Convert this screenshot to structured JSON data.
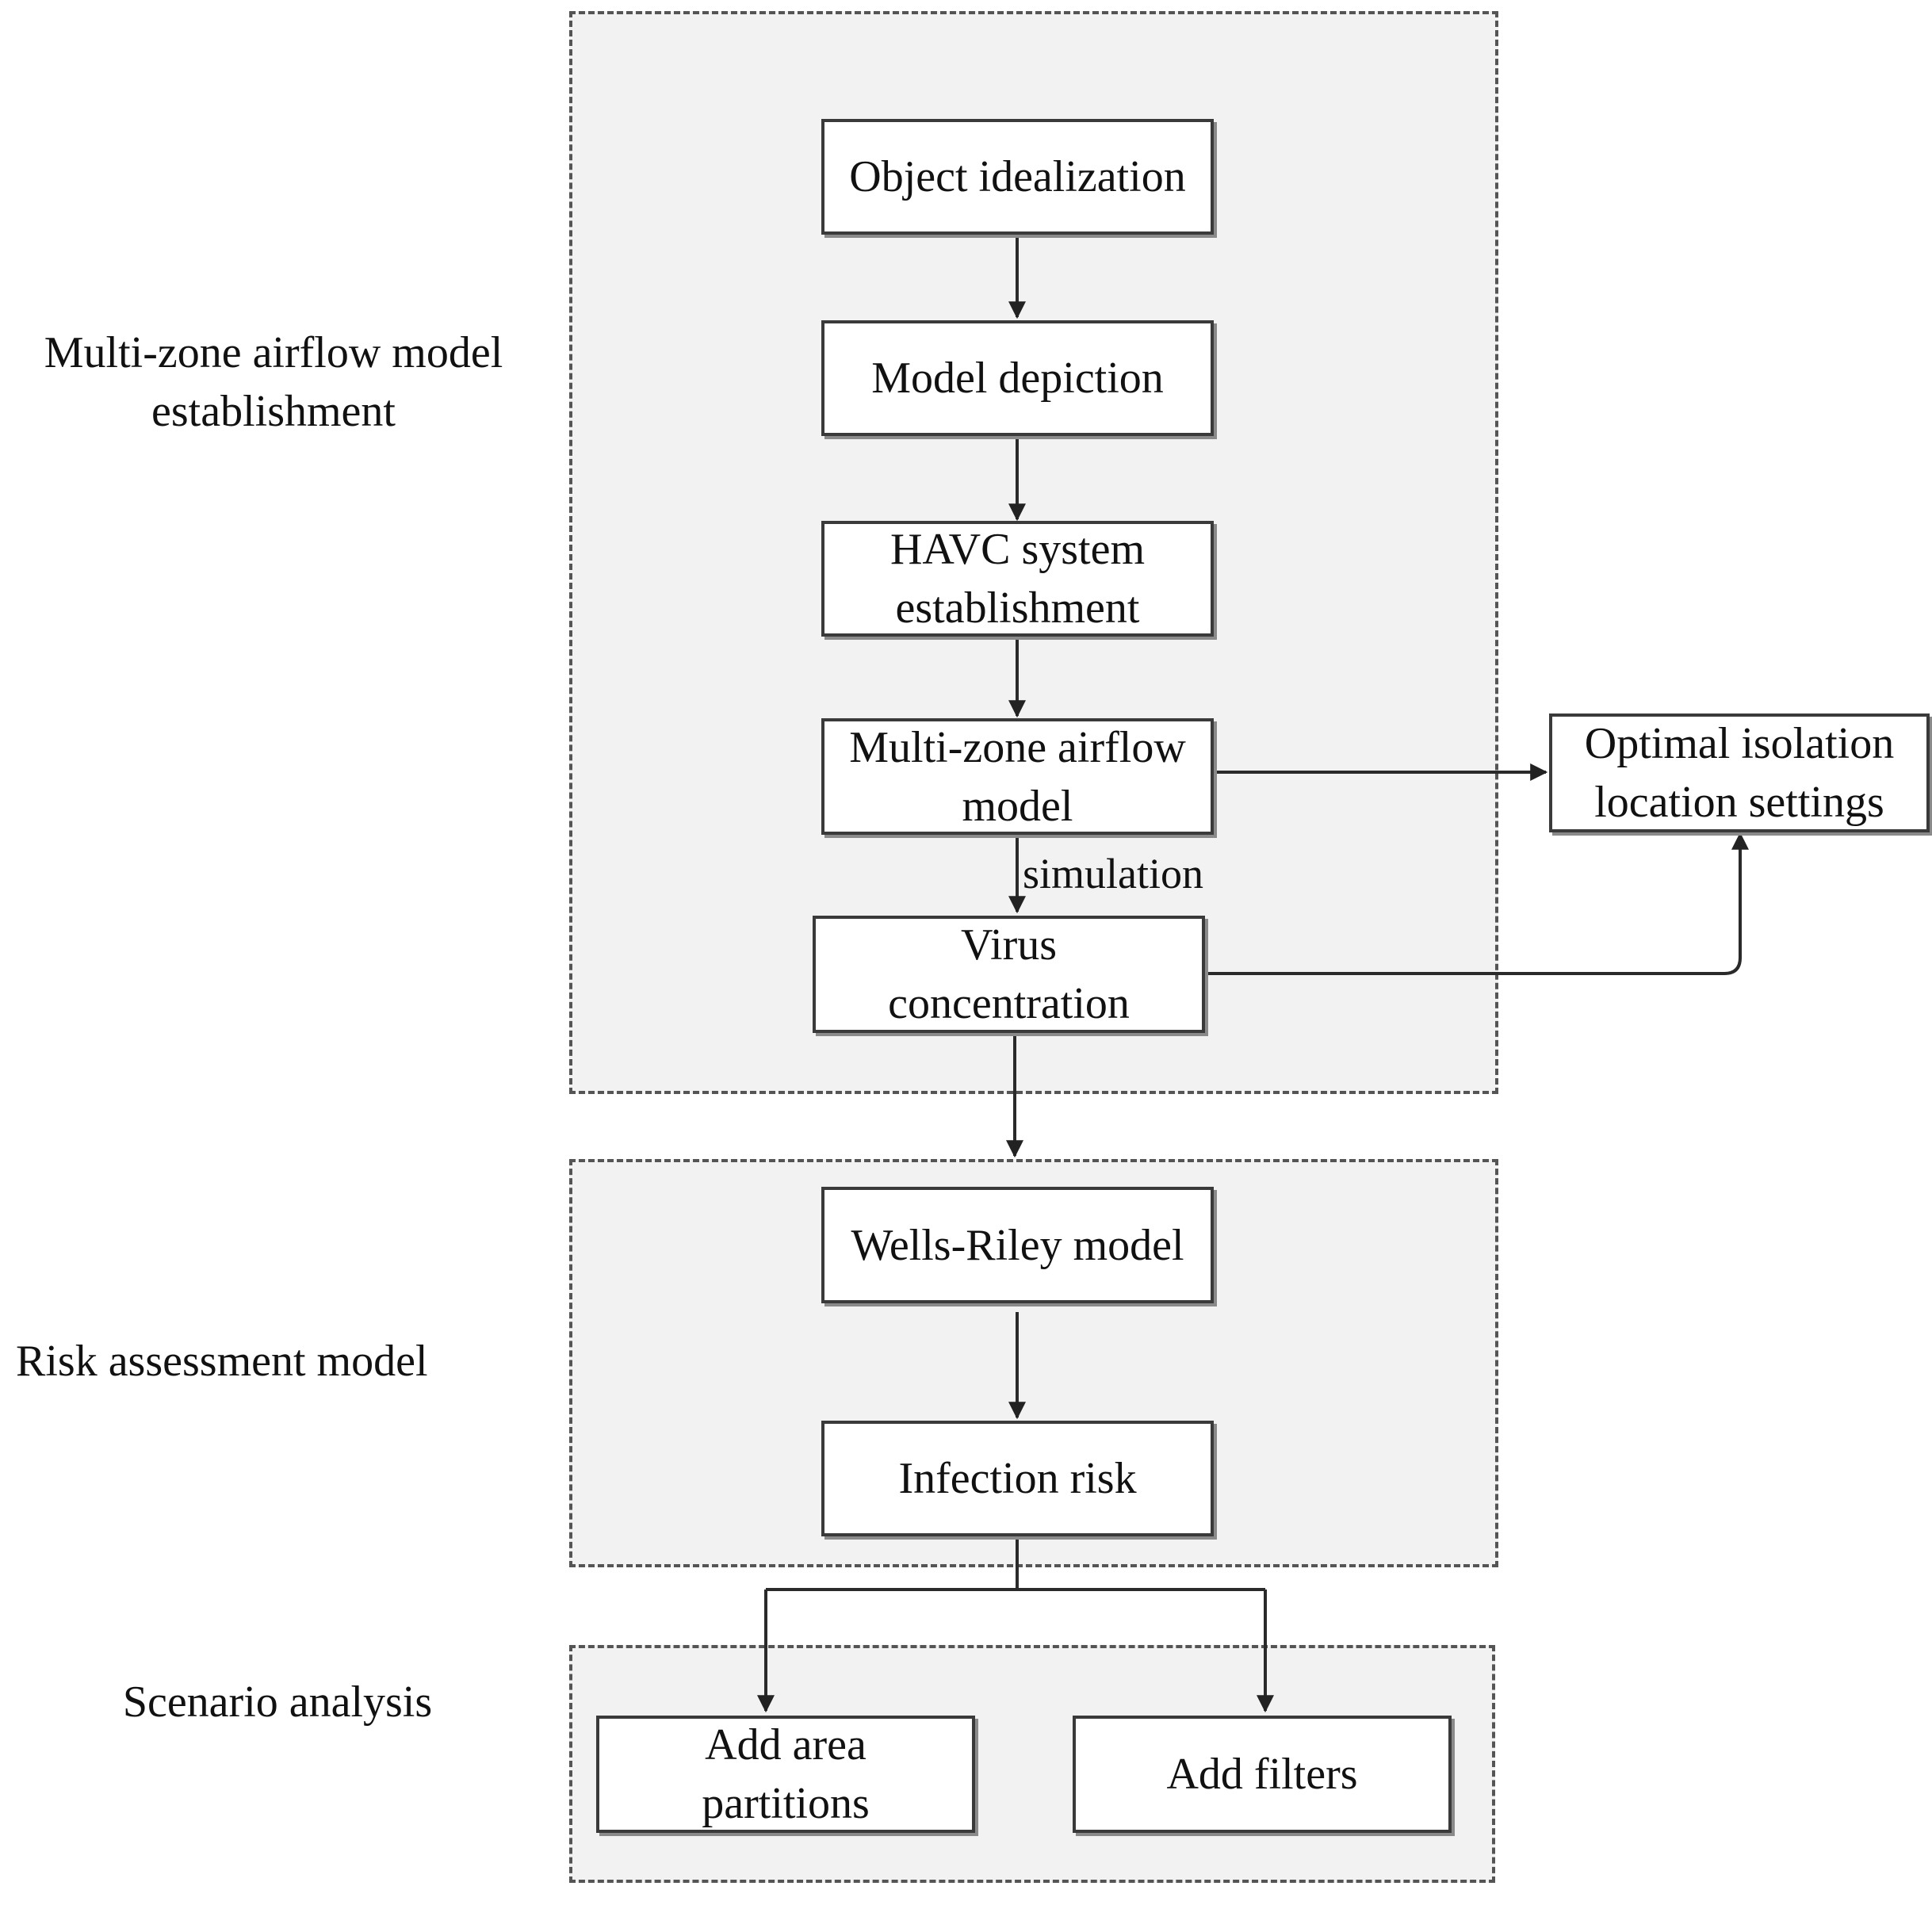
{
  "sections": {
    "airflow": "Multi-zone airflow model establishment",
    "risk": "Risk assessment model",
    "scenario": "Scenario analysis"
  },
  "nodes": {
    "object_idealization": "Object idealization",
    "model_depiction": "Model depiction",
    "havc_system": "HAVC system establishment",
    "multizone_model": "Multi-zone airflow model",
    "virus_concentration": "Virus concentration",
    "optimal_isolation": "Optimal isolation location settings",
    "wells_riley": "Wells-Riley model",
    "infection_risk": "Infection risk",
    "add_area_partitions": "Add area partitions",
    "add_filters": "Add filters"
  },
  "edges": {
    "simulation_label": "simulation"
  },
  "colors": {
    "panel_fill": "#f2f2f2",
    "stroke": "#3a3a3a"
  }
}
